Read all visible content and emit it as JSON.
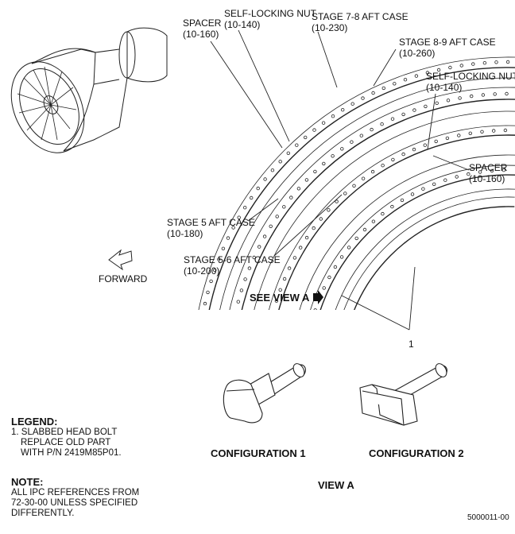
{
  "callouts": {
    "spacer_top": {
      "name": "SPACER",
      "ref": "(10-160)"
    },
    "nut_top": {
      "name": "SELF-LOCKING NUT",
      "ref": "(10-140)"
    },
    "stage78": {
      "name": "STAGE 7-8 AFT CASE",
      "ref": "(10-230)"
    },
    "stage89": {
      "name": "STAGE 8-9 AFT CASE",
      "ref": "(10-260)"
    },
    "nut_right": {
      "name": "SELF-LOCKING NUT",
      "ref": "(10-140)"
    },
    "spacer_right": {
      "name": "SPACER",
      "ref": "(10-160)"
    },
    "stage5": {
      "name": "STAGE 5 AFT CASE",
      "ref": "(10-180)"
    },
    "stage56": {
      "name": "STAGE 5-6 AFT CASE",
      "ref": "(10-200)"
    },
    "forward": "FORWARD",
    "see_view": "SEE VIEW A",
    "item_number": "1"
  },
  "configurations": {
    "config1": "CONFIGURATION 1",
    "config2": "CONFIGURATION 2",
    "view": "VIEW A"
  },
  "legend": {
    "title": "LEGEND:",
    "line1": "1. SLABBED HEAD BOLT",
    "line2": "REPLACE OLD PART",
    "line3": "WITH P/N 2419M85P01."
  },
  "note": {
    "title": "NOTE:",
    "line1": "ALL IPC REFERENCES FROM",
    "line2": "72-30-00 UNLESS SPECIFIED",
    "line3": "DIFFERENTLY."
  },
  "figure_id": "5000011-00"
}
